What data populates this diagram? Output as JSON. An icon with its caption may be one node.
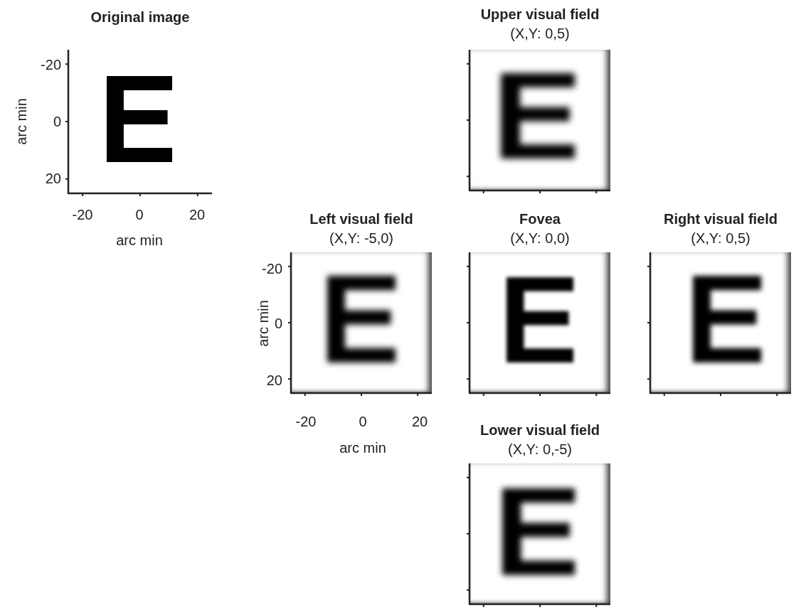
{
  "diagram": {
    "nodes": [
      {
        "text": [
          "Original image"
        ]
      },
      {
        "text": [
          "Upper visual field",
          "(X,Y: 0,5)"
        ]
      },
      {
        "text": [
          "Left visual field",
          "(X,Y: -5,0)"
        ]
      },
      {
        "text": [
          "Fovea",
          "(X,Y: 0,0)"
        ]
      },
      {
        "text": [
          "Right visual field",
          "(X,Y: 0,5)"
        ]
      },
      {
        "text": [
          "Lower visual field",
          "(X,Y: 0,-5)"
        ]
      }
    ],
    "labels": [
      "-20",
      "arc min",
      "0",
      "20",
      "-20",
      "0",
      "20",
      "arc min",
      "-20",
      "arc min",
      "0",
      "20",
      "-20",
      "0",
      "20",
      "arc min"
    ]
  }
}
